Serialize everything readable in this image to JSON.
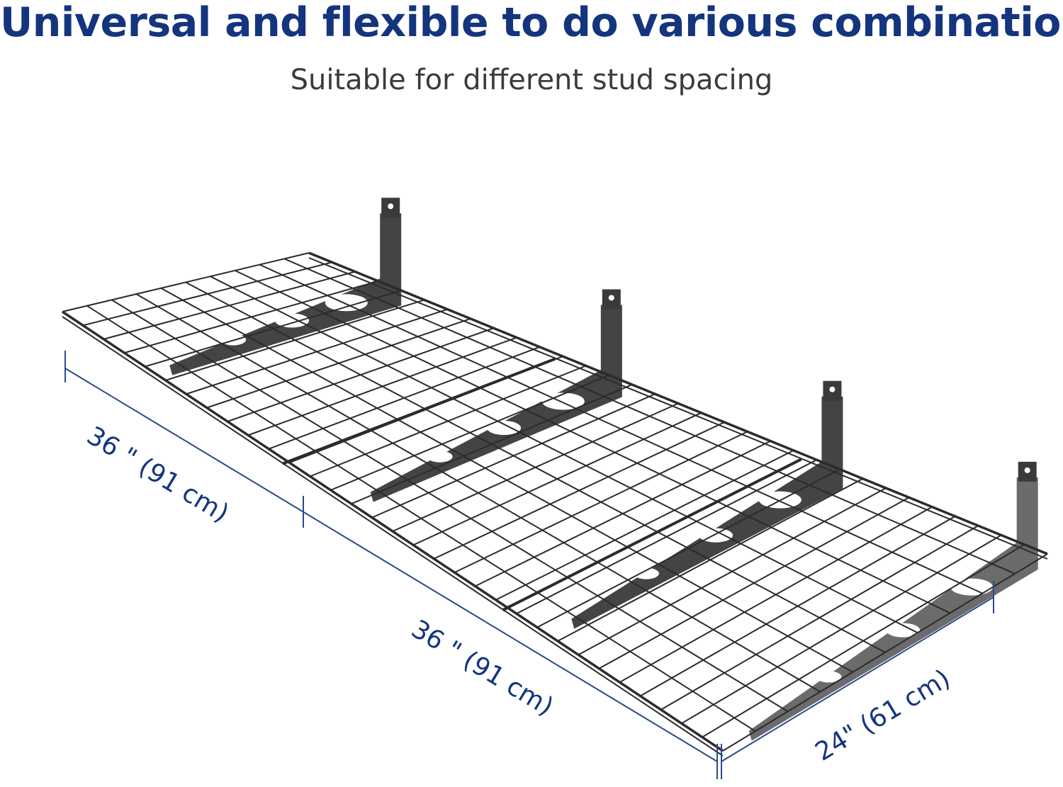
{
  "header": {
    "title": "Universal and flexible to do various combination",
    "subtitle": "Suitable for different stud spacing"
  },
  "dimensions": {
    "first_length": "36 \" (91 cm)",
    "second_length": "36 \" (91 cm)",
    "depth": "24\" (61 cm)"
  },
  "colors": {
    "title": "#14357e",
    "subtitle": "#3b3b3b",
    "dimension_lines": "#2a4a8c",
    "shelf_wire": "#2b2b2b",
    "bracket": "#3a3a3a"
  }
}
